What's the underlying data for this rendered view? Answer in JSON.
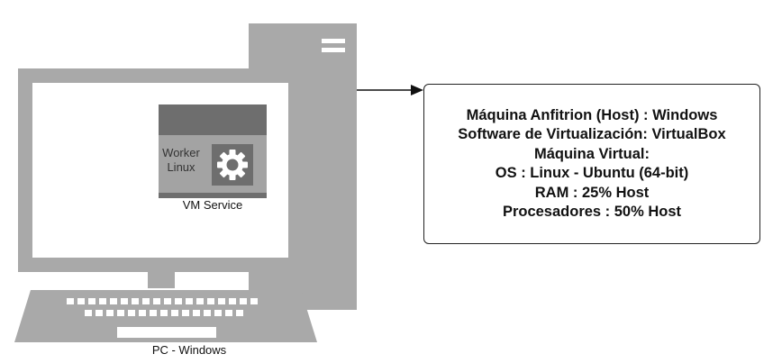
{
  "colors": {
    "tower": "#a9a9a9",
    "monitor_frame": "#a9a9a9",
    "screen": "#ffffff",
    "vm_header": "#6e6e6e",
    "vm_body": "#a3a3a3",
    "keyboard": "#a9a9a9",
    "keys": "#ffffff",
    "line": "#111111"
  },
  "vm_window": {
    "title_lines": [
      "Worker",
      "Linux"
    ],
    "caption": "VM Service",
    "icon": "gear-icon"
  },
  "computer": {
    "caption": "PC - Windows"
  },
  "info_box": {
    "lines": [
      "Máquina Anfitrion (Host) : Windows",
      "Software de Virtualización: VirtualBox",
      "Máquina Virtual:",
      "OS : Linux - Ubuntu (64-bit)",
      "RAM : 25% Host",
      "Procesadores : 50% Host"
    ]
  }
}
